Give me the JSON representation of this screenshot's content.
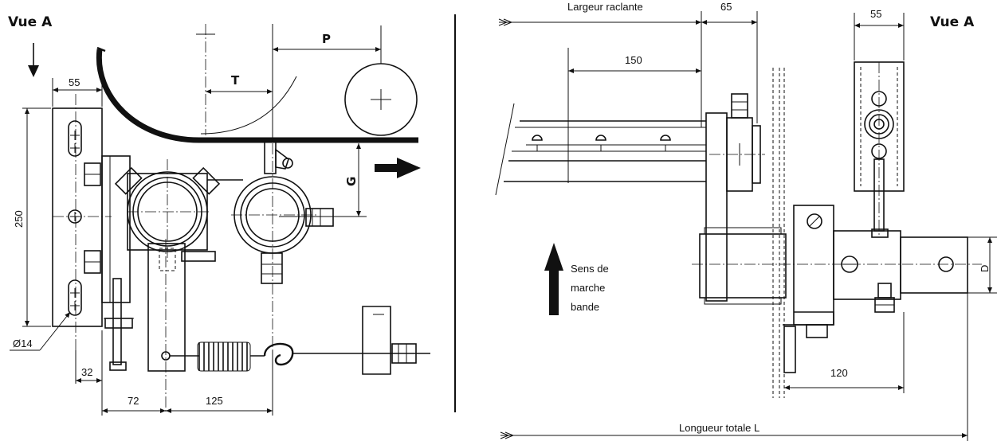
{
  "left_view": {
    "view_label": "Vue A",
    "dims": {
      "d55": "55",
      "d250": "250",
      "d14": "Ø14",
      "d32": "32",
      "d72": "72",
      "d125": "125",
      "p": "P",
      "t": "T",
      "g": "G"
    }
  },
  "right_view": {
    "view_label": "Vue A",
    "dims": {
      "largeur": "Largeur raclante",
      "d65": "65",
      "d150": "150",
      "d55": "55",
      "d120": "120",
      "d": "D",
      "longueur": "Longueur totale L"
    },
    "direction_label": {
      "line1": "Sens de",
      "line2": "marche",
      "line3": "bande"
    }
  }
}
